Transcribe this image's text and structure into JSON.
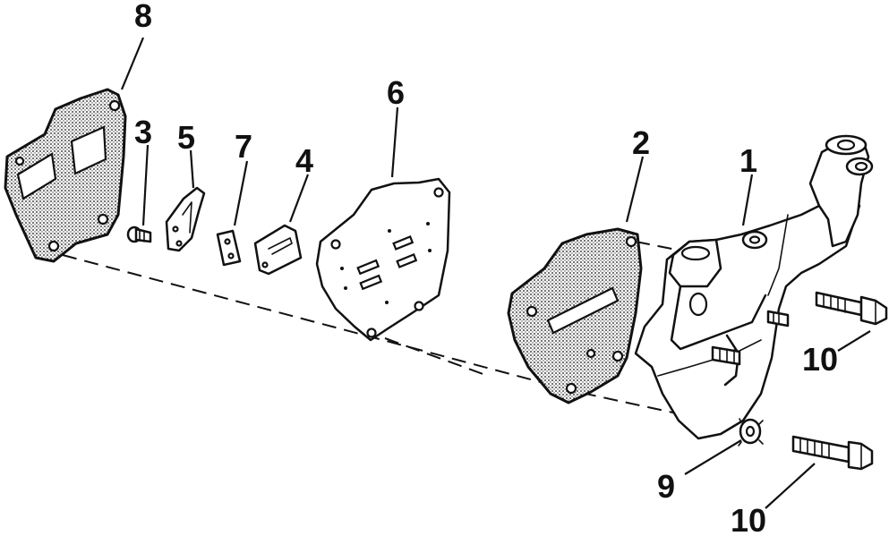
{
  "callouts": {
    "part_1": "1",
    "part_2": "2",
    "part_3": "3",
    "part_4": "4",
    "part_5": "5",
    "part_6": "6",
    "part_7": "7",
    "part_8": "8",
    "part_9": "9",
    "part_10_upper": "10",
    "part_10_lower": "10"
  },
  "colors": {
    "ink": "#111111",
    "paper": "#ffffff"
  }
}
